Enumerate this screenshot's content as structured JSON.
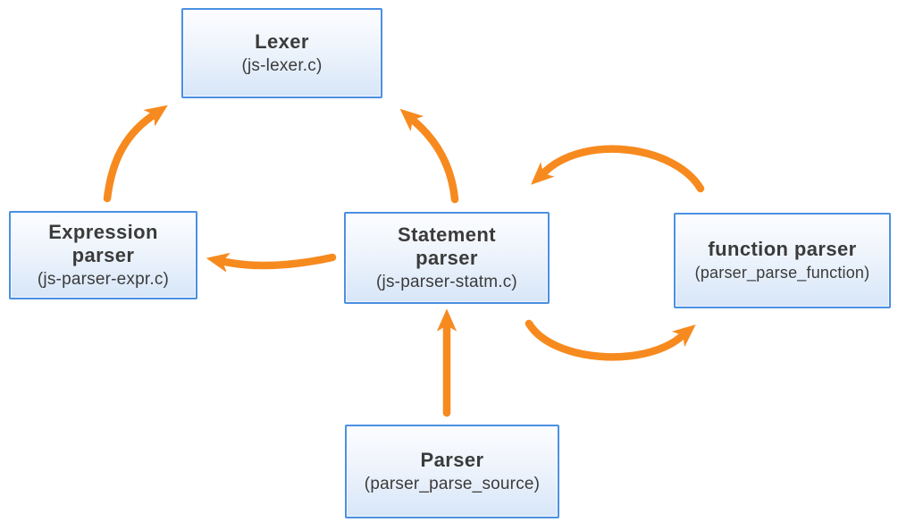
{
  "diagram": {
    "colors": {
      "arrow": "#f78a1e",
      "node_border": "#4a90e2",
      "node_fill_bottom": "#d7e6f8",
      "text": "#3b3b3b"
    },
    "nodes": {
      "lexer": {
        "title": "Lexer",
        "subtitle": "(js-lexer.c)"
      },
      "expression": {
        "title": "Expression\nparser",
        "subtitle": "(js-parser-expr.c)"
      },
      "statement": {
        "title": "Statement\nparser",
        "subtitle": "(js-parser-statm.c)"
      },
      "function": {
        "title": "function parser",
        "subtitle": "(parser_parse_function)"
      },
      "parser": {
        "title": "Parser",
        "subtitle": "(parser_parse_source)"
      }
    },
    "edges": [
      {
        "from": "Expression parser",
        "to": "Lexer"
      },
      {
        "from": "Statement parser",
        "to": "Lexer"
      },
      {
        "from": "Statement parser",
        "to": "Expression parser"
      },
      {
        "from": "function parser",
        "to": "Statement parser"
      },
      {
        "from": "Statement parser",
        "to": "function parser"
      },
      {
        "from": "Parser",
        "to": "Statement parser"
      }
    ]
  }
}
